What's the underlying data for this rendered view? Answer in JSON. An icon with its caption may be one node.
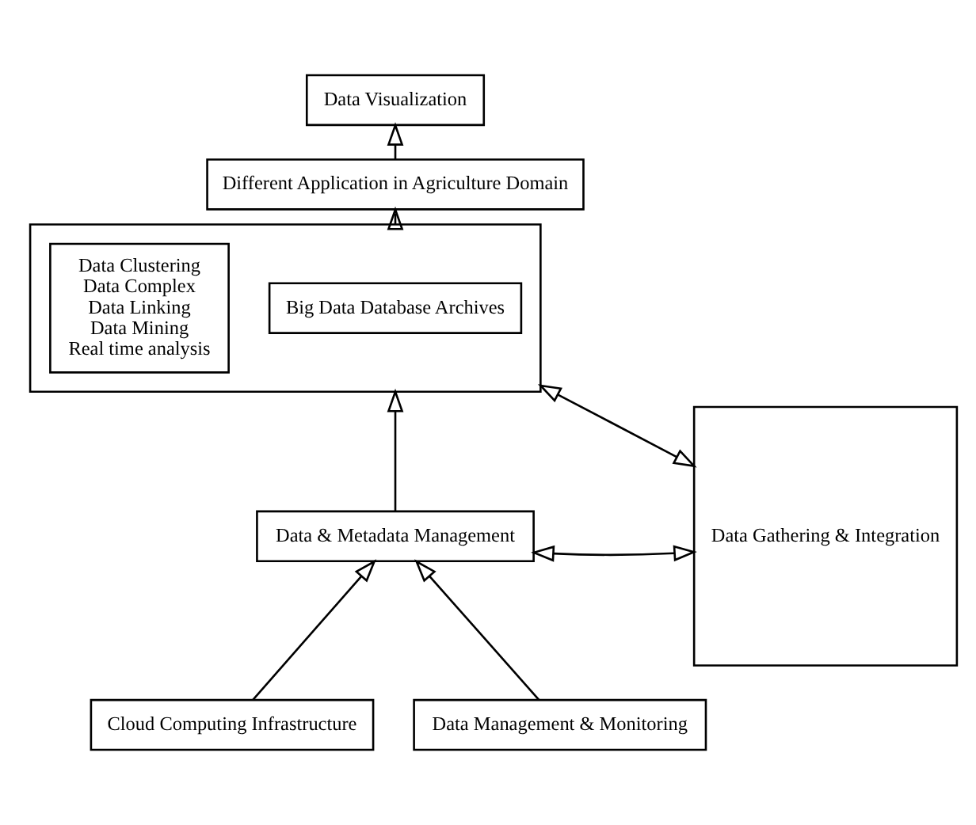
{
  "diagram": {
    "nodes": [
      {
        "text": [
          "Data Visualization"
        ]
      },
      {
        "text": [
          "Different Application in Agriculture Domain"
        ]
      },
      {
        "text": [],
        "shape": "box"
      },
      {
        "text": [
          "Data Clustering",
          "Data Complex",
          "Data Linking",
          "Data Mining",
          "Real time analysis"
        ],
        "in": 2
      },
      {
        "text": [
          "Big Data Database Archives"
        ],
        "in": 2
      },
      {
        "text": [
          "Data Gathering & Integration"
        ]
      },
      {
        "text": [
          "Data & Metadata Management"
        ]
      },
      {
        "text": [
          "Cloud Computing Infrastructure"
        ]
      },
      {
        "text": [
          "Data Management & Monitoring"
        ]
      }
    ],
    "edges": [
      {
        "from": 1,
        "to": 0,
        "arrow": "to"
      },
      {
        "from": 2,
        "to": 1,
        "arrow": "to"
      },
      {
        "from": 2,
        "to": 5,
        "arrow": "both"
      },
      {
        "from": 6,
        "to": 2,
        "arrow": "to"
      },
      {
        "from": 6,
        "to": 5,
        "arrow": "both"
      },
      {
        "from": 7,
        "to": 6,
        "arrow": "to"
      },
      {
        "from": 8,
        "to": 6,
        "arrow": "to"
      }
    ]
  }
}
